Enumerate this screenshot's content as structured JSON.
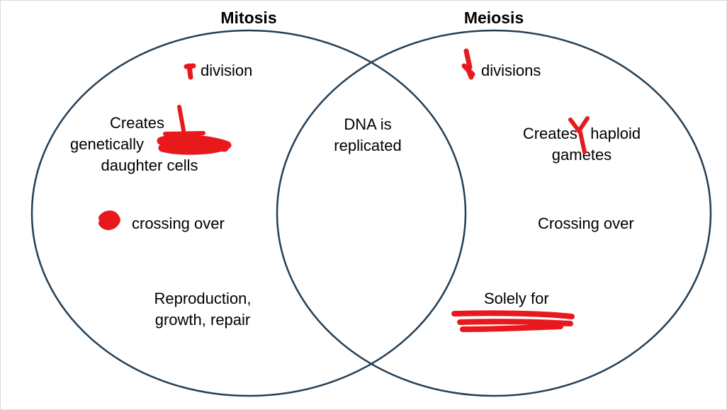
{
  "colors": {
    "circle_stroke": "#243f55",
    "ink": "#e8191c",
    "text": "#000000"
  },
  "sets": {
    "left": {
      "title": "Mitosis"
    },
    "right": {
      "title": "Meiosis"
    }
  },
  "mitosis_only": {
    "divisions": "division",
    "cells_line1": "Creates",
    "cells_line2": "genetically",
    "cells_line3": "daughter cells",
    "crossing": "crossing over",
    "purpose_line1": "Reproduction,",
    "purpose_line2": "growth, repair"
  },
  "shared": {
    "line1": "DNA is",
    "line2": "replicated"
  },
  "meiosis_only": {
    "divisions": "divisions",
    "cells_line1": "Creates   haploid",
    "cells_line2": "gametes",
    "crossing": "Crossing over",
    "purpose_line1": "Solely for"
  }
}
